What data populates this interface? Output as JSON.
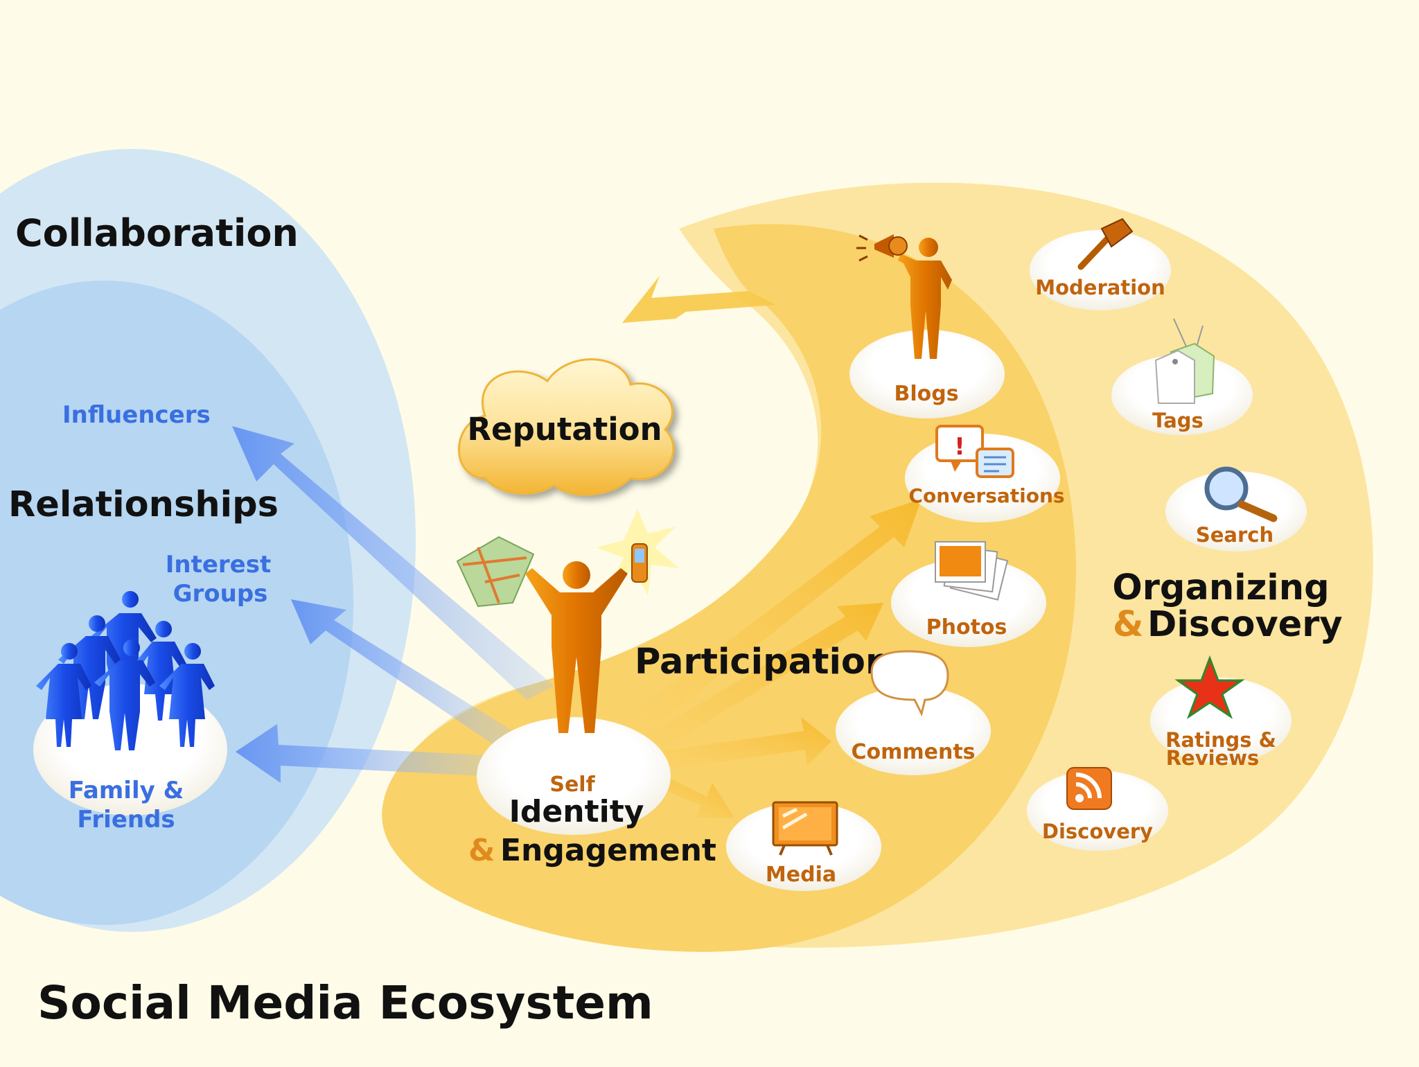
{
  "title": "Social Media Ecosystem",
  "colors": {
    "background": "#fefce8",
    "blue_outer": "#c9e1f2",
    "blue_inner": "#b3d5f1",
    "blue_text": "#3a6fe0",
    "people_blue": "#1a4ce8",
    "gold_outer": "#fbe08e",
    "gold_inner": "#f8cf5e",
    "orange_text": "#c0640d",
    "figure_orange": "#e67e00",
    "dark_text": "#111111"
  },
  "collaboration": {
    "heading": "Collaboration",
    "influencers": "Influencers",
    "relationships": "Relationships",
    "interest_groups": [
      "Interest",
      "Groups"
    ],
    "family_friends": [
      "Family &",
      "Friends"
    ]
  },
  "reputation": {
    "label": "Reputation"
  },
  "identity": {
    "self": "Self",
    "line1": "Identity",
    "amp": "&",
    "line2": "Engagement"
  },
  "participation": {
    "heading": "Participation",
    "items": [
      {
        "label": "Blogs",
        "icon": "megaphone-person-icon"
      },
      {
        "label": "Conversations",
        "icon": "speech-bubbles-icon"
      },
      {
        "label": "Photos",
        "icon": "photo-stack-icon"
      },
      {
        "label": "Comments",
        "icon": "comment-bubble-icon"
      },
      {
        "label": "Media",
        "icon": "tv-screen-icon"
      }
    ]
  },
  "organizing": {
    "heading_line1": "Organizing",
    "amp": "&",
    "heading_line2": "Discovery",
    "items": [
      {
        "label": "Moderation",
        "icon": "hammer-icon"
      },
      {
        "label": "Tags",
        "icon": "tags-icon"
      },
      {
        "label": "Search",
        "icon": "magnifier-icon"
      },
      {
        "label": [
          "Ratings &",
          "Reviews"
        ],
        "icon": "star-icon"
      },
      {
        "label": "Discovery",
        "icon": "rss-icon"
      }
    ]
  }
}
